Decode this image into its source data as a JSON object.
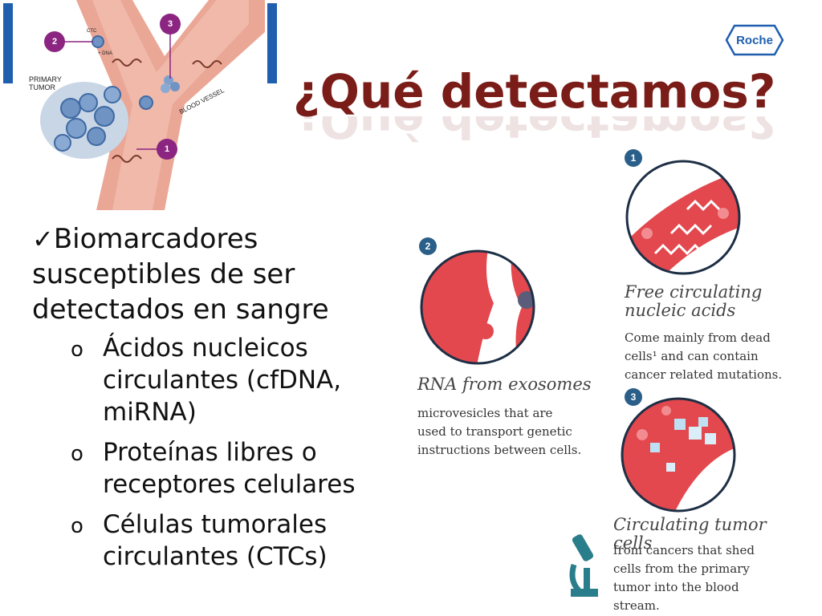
{
  "diagram": {
    "label_ctc": "CTC",
    "label_dna": "+ DNA",
    "label_primary_tumor": "PRIMARY\nTUMOR",
    "label_blood_vessel": "BLOOD VESSEL",
    "badges": [
      "1",
      "2",
      "3"
    ]
  },
  "logo": {
    "text": "Roche"
  },
  "title": "¿Qué detectamos?",
  "bullets": {
    "check": "✓",
    "main": "Biomarcadores susceptibles de ser detectados en sangre",
    "marker": "o",
    "items": [
      "Ácidos nucleicos circulantes (cfDNA, miRNA)",
      "Proteínas libres o receptores celulares",
      "Células tumorales circulantes (CTCs)"
    ]
  },
  "panels": [
    {
      "number": "1",
      "title": "Free circulating nucleic acids",
      "desc_lines": [
        "Come mainly from dead",
        "cells¹ and can contain",
        "cancer related mutations."
      ]
    },
    {
      "number": "2",
      "title": "RNA from exosomes",
      "desc_lines": [
        "microvesicles that are",
        "used to transport genetic",
        "instructions between cells."
      ]
    },
    {
      "number": "3",
      "title": "Circulating tumor cells",
      "desc_lines": [
        "from cancers that shed",
        "cells from the primary",
        "tumor into the blood",
        "stream."
      ]
    }
  ],
  "colors": {
    "title": "#7a1c17",
    "vessel": "#e8a08f",
    "badge": "#8b2581",
    "brand_blue": "#1f5fae",
    "panel_red": "#e2484d"
  }
}
